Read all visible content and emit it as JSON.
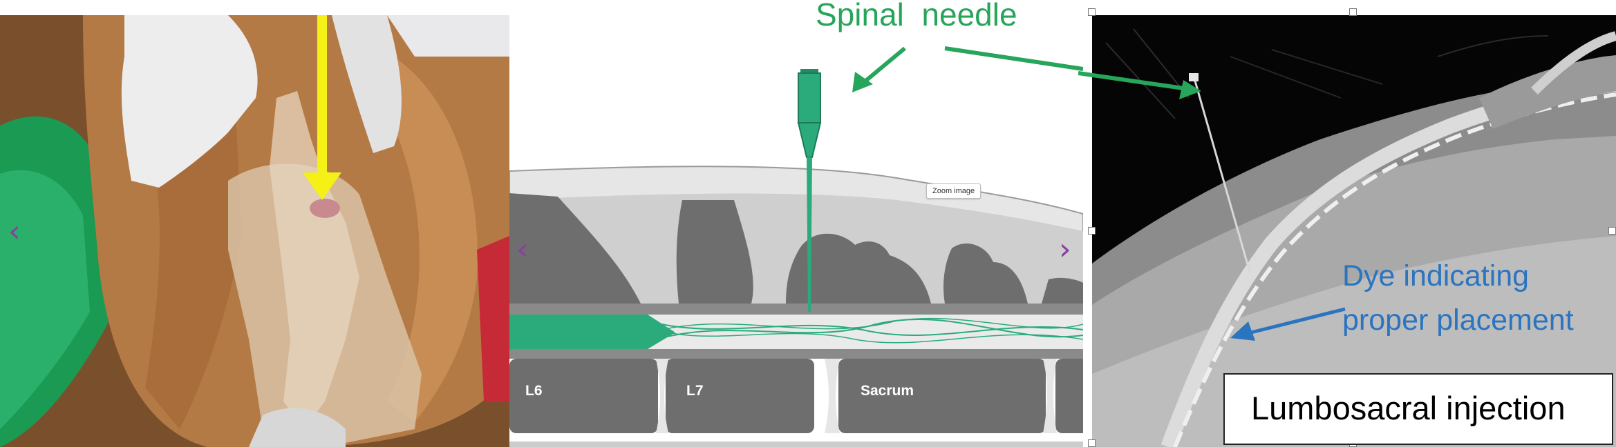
{
  "annotations": {
    "needle_title": "Spinal  needle",
    "dye_line1": "Dye indicating",
    "dye_line2": "proper placement",
    "caption": "Lumbosacral injection"
  },
  "diagram": {
    "zoom_button": "Zoom image",
    "vertebrae": [
      "L6",
      "L7",
      "Sacrum"
    ]
  },
  "icons": {
    "prev": "chevron-left-icon",
    "next": "chevron-right-icon"
  },
  "nav": {
    "prev_symbol": "‹",
    "next_symbol": "›"
  },
  "colors": {
    "needle_green": "#2bab7c",
    "annotation_green": "#27a55a",
    "annotation_blue": "#2b74c0",
    "nav_purple": "#8a3fa0",
    "pointer_yellow": "#f5f015"
  }
}
